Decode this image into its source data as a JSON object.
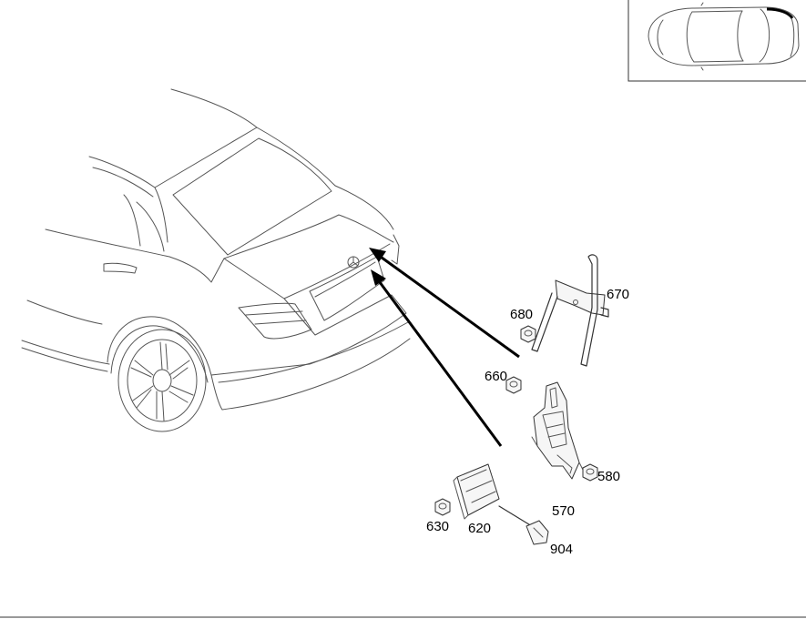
{
  "labels": {
    "p670": "670",
    "p680": "680",
    "p660": "660",
    "p580": "580",
    "p570": "570",
    "p630": "630",
    "p620": "620",
    "p904": "904"
  },
  "colors": {
    "line": "#555555",
    "arrow": "#000000",
    "background": "#ffffff"
  }
}
